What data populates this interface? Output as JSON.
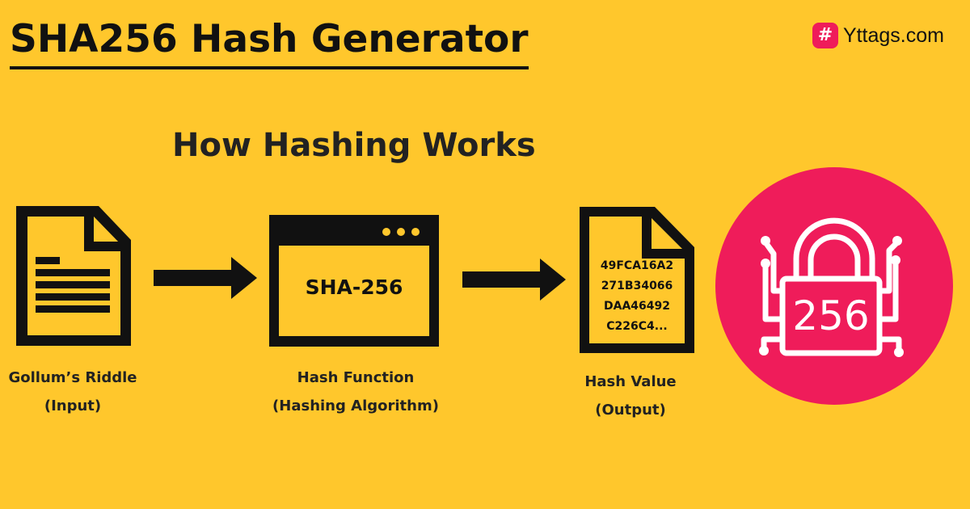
{
  "title": "SHA256 Hash Generator",
  "brand": {
    "icon": "hash-icon",
    "icon_glyph": "#",
    "name": "Yttags.com"
  },
  "section_title": "How Hashing Works",
  "steps": [
    {
      "icon": "document-icon",
      "label": "Gollum’s Riddle",
      "sub": "(Input)"
    },
    {
      "icon": "window-icon",
      "box_text": "SHA-256",
      "label": "Hash Function",
      "sub": "(Hashing Algorithm)"
    },
    {
      "icon": "document-icon",
      "label": "Hash Value",
      "sub": "(Output)",
      "hash_lines": [
        "49FCA16A2",
        "271B34066",
        "DAA46492",
        "C226C4..."
      ]
    }
  ],
  "badge": {
    "icon": "lock-circuit-icon",
    "text": "256"
  },
  "colors": {
    "background": "#FFC72C",
    "accent": "#EF1C5A",
    "ink": "#111111"
  }
}
